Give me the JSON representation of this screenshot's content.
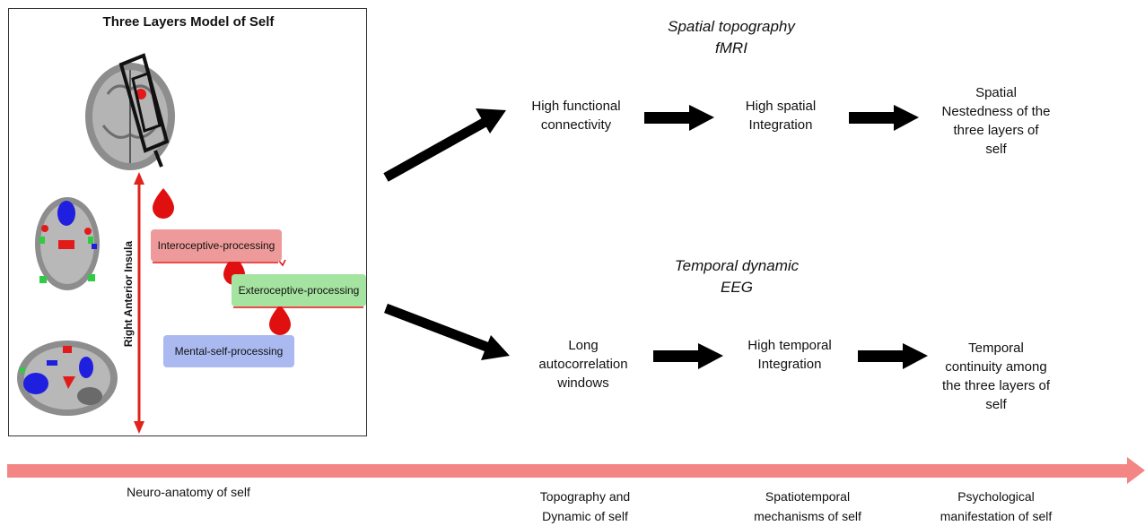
{
  "model": {
    "title": "Three Layers Model of Self",
    "vertical_label": "Right Anterior Insula",
    "boxes": {
      "interoceptive": "Interoceptive-processing",
      "exteroceptive": "Exteroceptive-processing",
      "mental_self": "Mental-self-processing"
    }
  },
  "spatial": {
    "heading_line1": "Spatial topography",
    "heading_line2": "fMRI",
    "step1": [
      "High functional",
      "connectivity"
    ],
    "step2": [
      "High spatial",
      "Integration"
    ],
    "step3": [
      "Spatial",
      "Nestedness of the",
      "three layers of",
      "self"
    ]
  },
  "temporal": {
    "heading_line1": "Temporal dynamic",
    "heading_line2": "EEG",
    "step1": [
      "Long",
      "autocorrelation",
      "windows"
    ],
    "step2": [
      "High temporal",
      "Integration"
    ],
    "step3": [
      "Temporal",
      "continuity among",
      "the three layers of",
      "self"
    ]
  },
  "bottom_axis": {
    "neuro": "Neuro-anatomy of self",
    "topography": [
      "Topography and",
      "Dynamic of self"
    ],
    "mechanisms": [
      "Spatiotemporal",
      "mechanisms of self"
    ],
    "manifestation": [
      "Psychological",
      "manifestation of self"
    ]
  },
  "colors": {
    "axis_arrow": "#f48585",
    "insula_arrow": "#e0241c",
    "drop": "#e01010",
    "arrow": "#000000",
    "blob_red": "#e21a1a",
    "blob_blue": "#1f1fe0",
    "blob_green": "#2ecc40"
  }
}
